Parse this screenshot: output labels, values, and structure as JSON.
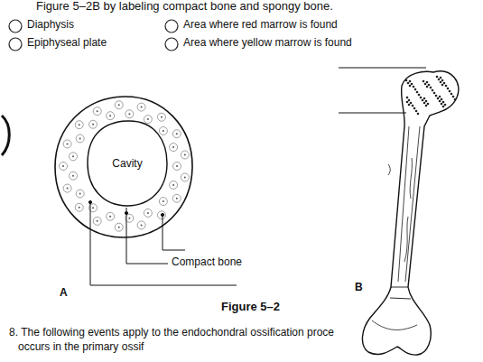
{
  "diagram": {
    "caption": "Figure 5–2",
    "nodes": [
      {
        "text": [
          "Cavity"
        ]
      }
    ],
    "labels": [
      "Figure 5–2B by labeling compact bone and spongy bone.",
      "Diaphysis",
      "Epiphyseal plate",
      "Area where red marrow is found",
      "Area where yellow marrow is found",
      "Compact bone",
      "A",
      "B",
      "8. The following events apply to the endochondral ossification proce",
      "occurs in the primary ossif"
    ]
  }
}
